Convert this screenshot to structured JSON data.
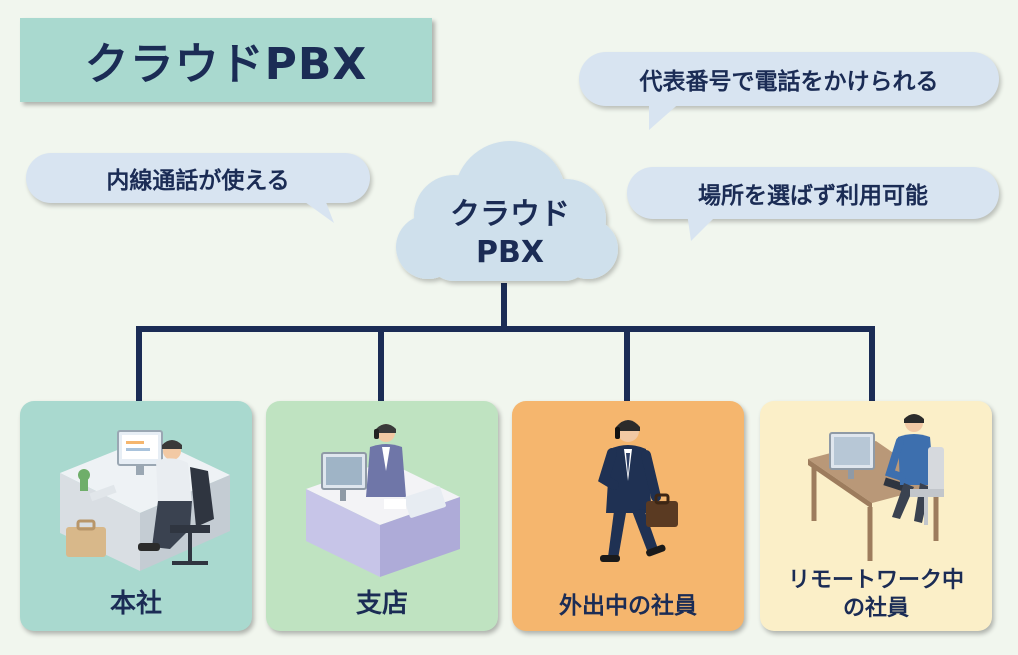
{
  "title": "クラウドPBX",
  "cloud": {
    "line1": "クラウド",
    "line2": "PBX"
  },
  "bubbles": {
    "left": "内線通話が使える",
    "top_right": "代表番号で電話をかけられる",
    "mid_right": "場所を選ばず利用可能"
  },
  "nodes": [
    {
      "label": "本社",
      "color": "#a9d9cf",
      "icon": "office-worker-at-desk"
    },
    {
      "label": "支店",
      "color": "#bfe3c1",
      "icon": "receptionist-on-phone"
    },
    {
      "label": "外出中の社員",
      "color": "#f5b66e",
      "icon": "businessman-walking-on-phone"
    },
    {
      "label_line1": "リモートワーク中",
      "label_line2": "の社員",
      "color": "#fbefc8",
      "icon": "remote-worker-at-desk"
    }
  ],
  "colors": {
    "connector": "#1b2c55",
    "text": "#1b2c55",
    "bubble": "#d8e4f1",
    "cloud": "#cfe0ec"
  }
}
